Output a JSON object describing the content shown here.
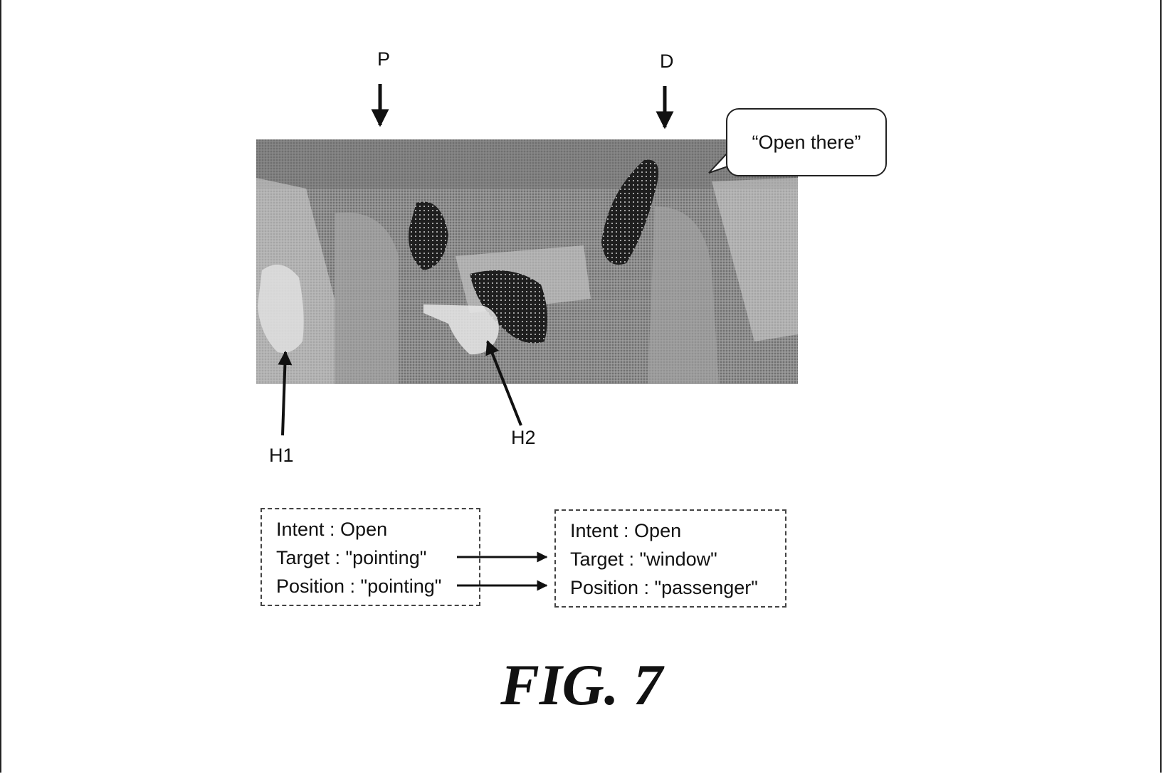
{
  "labels": {
    "p": "P",
    "d": "D",
    "h1": "H1",
    "h2": "H2"
  },
  "speech_bubble": "“Open there”",
  "input_box": {
    "intent": "Intent : Open",
    "target": "Target : \"pointing\"",
    "position": "Position : \"pointing\""
  },
  "output_box": {
    "intent": "Intent : Open",
    "target": "Target : \"window\"",
    "position": "Position : \"passenger\""
  },
  "figure_caption": "FIG. 7"
}
